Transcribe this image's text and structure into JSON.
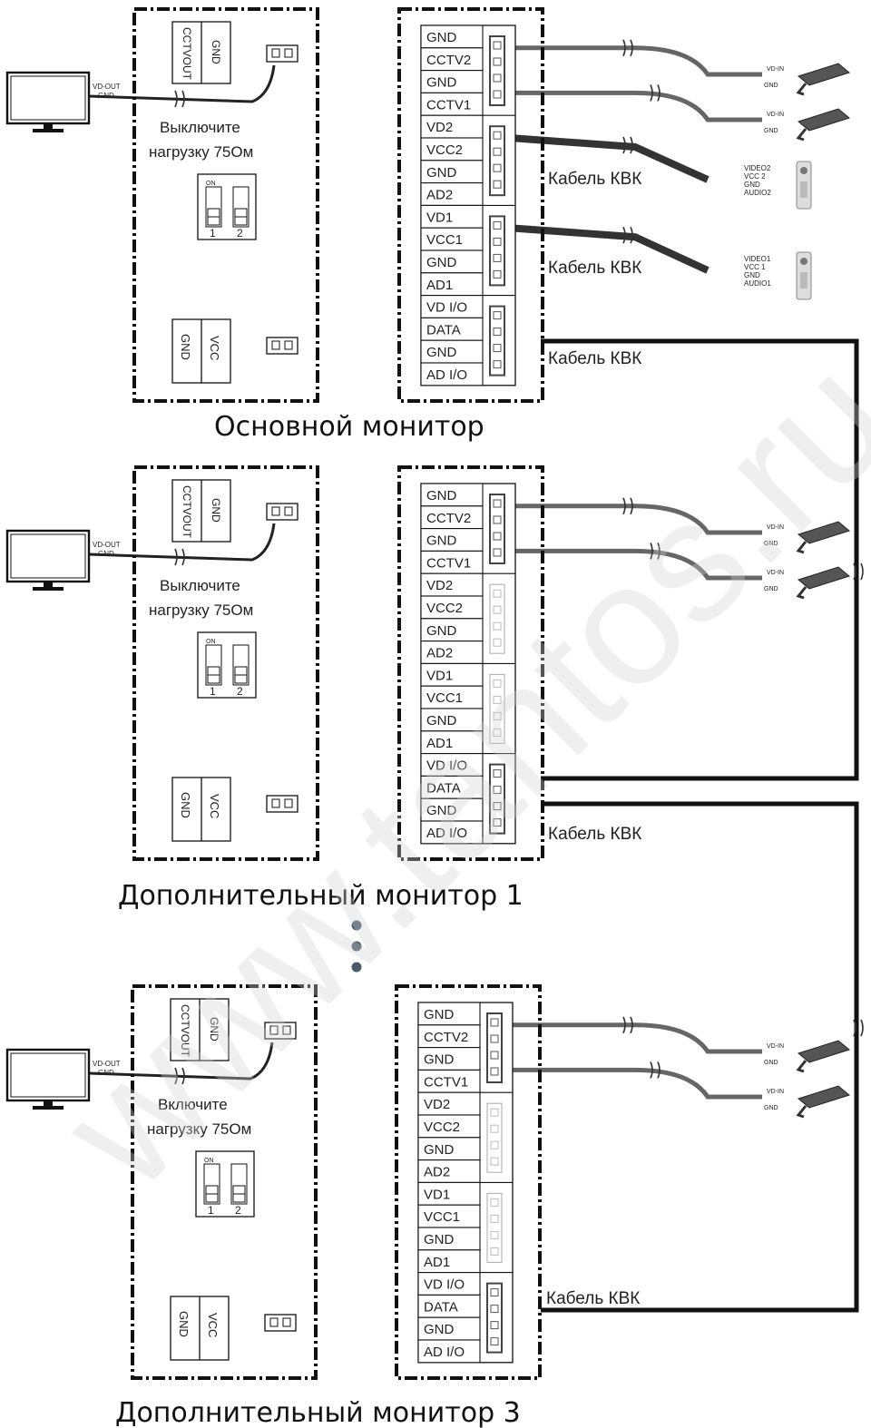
{
  "sections": [
    {
      "caption": "Основной монитор",
      "load_note": [
        "Выключите",
        "нагрузку 75Ом"
      ],
      "cable_labels": [
        "Кабель КВК",
        "Кабель КВК",
        "Кабель КВК"
      ]
    },
    {
      "caption": "Дополнительный монитор 1",
      "load_note": [
        "Выключите",
        "нагрузку 75Ом"
      ],
      "cable_labels": [
        "Кабель КВК"
      ]
    },
    {
      "caption": "Дополнительный монитор 3",
      "load_note": [
        "Включите",
        "нагрузку 75Ом"
      ],
      "cable_labels": [
        "Кабель КВК"
      ]
    }
  ],
  "terminals": [
    "GND",
    "CCTV2",
    "GND",
    "CCTV1",
    "VD2",
    "VCC2",
    "GND",
    "AD2",
    "VD1",
    "VCC1",
    "GND",
    "AD1",
    "VD I/O",
    "DATA",
    "GND",
    "AD I/O"
  ],
  "top_connector": [
    "CCTVOUT",
    "GND"
  ],
  "power_connector": [
    "GND",
    "VCC"
  ],
  "dip": {
    "on_label": "ON",
    "switches": [
      "1",
      "2"
    ]
  },
  "tv_labels": [
    "VD-OUT",
    "GND"
  ],
  "camera_labels": [
    "VD-IN",
    "GND"
  ],
  "panel2_labels": [
    "VIDEO2",
    "VCC 2",
    "GND",
    "AUDIO2"
  ],
  "panel1_labels": [
    "VIDEO1",
    "VCC 1",
    "GND",
    "AUDIO1"
  ],
  "watermark": "www.tantos.ru"
}
